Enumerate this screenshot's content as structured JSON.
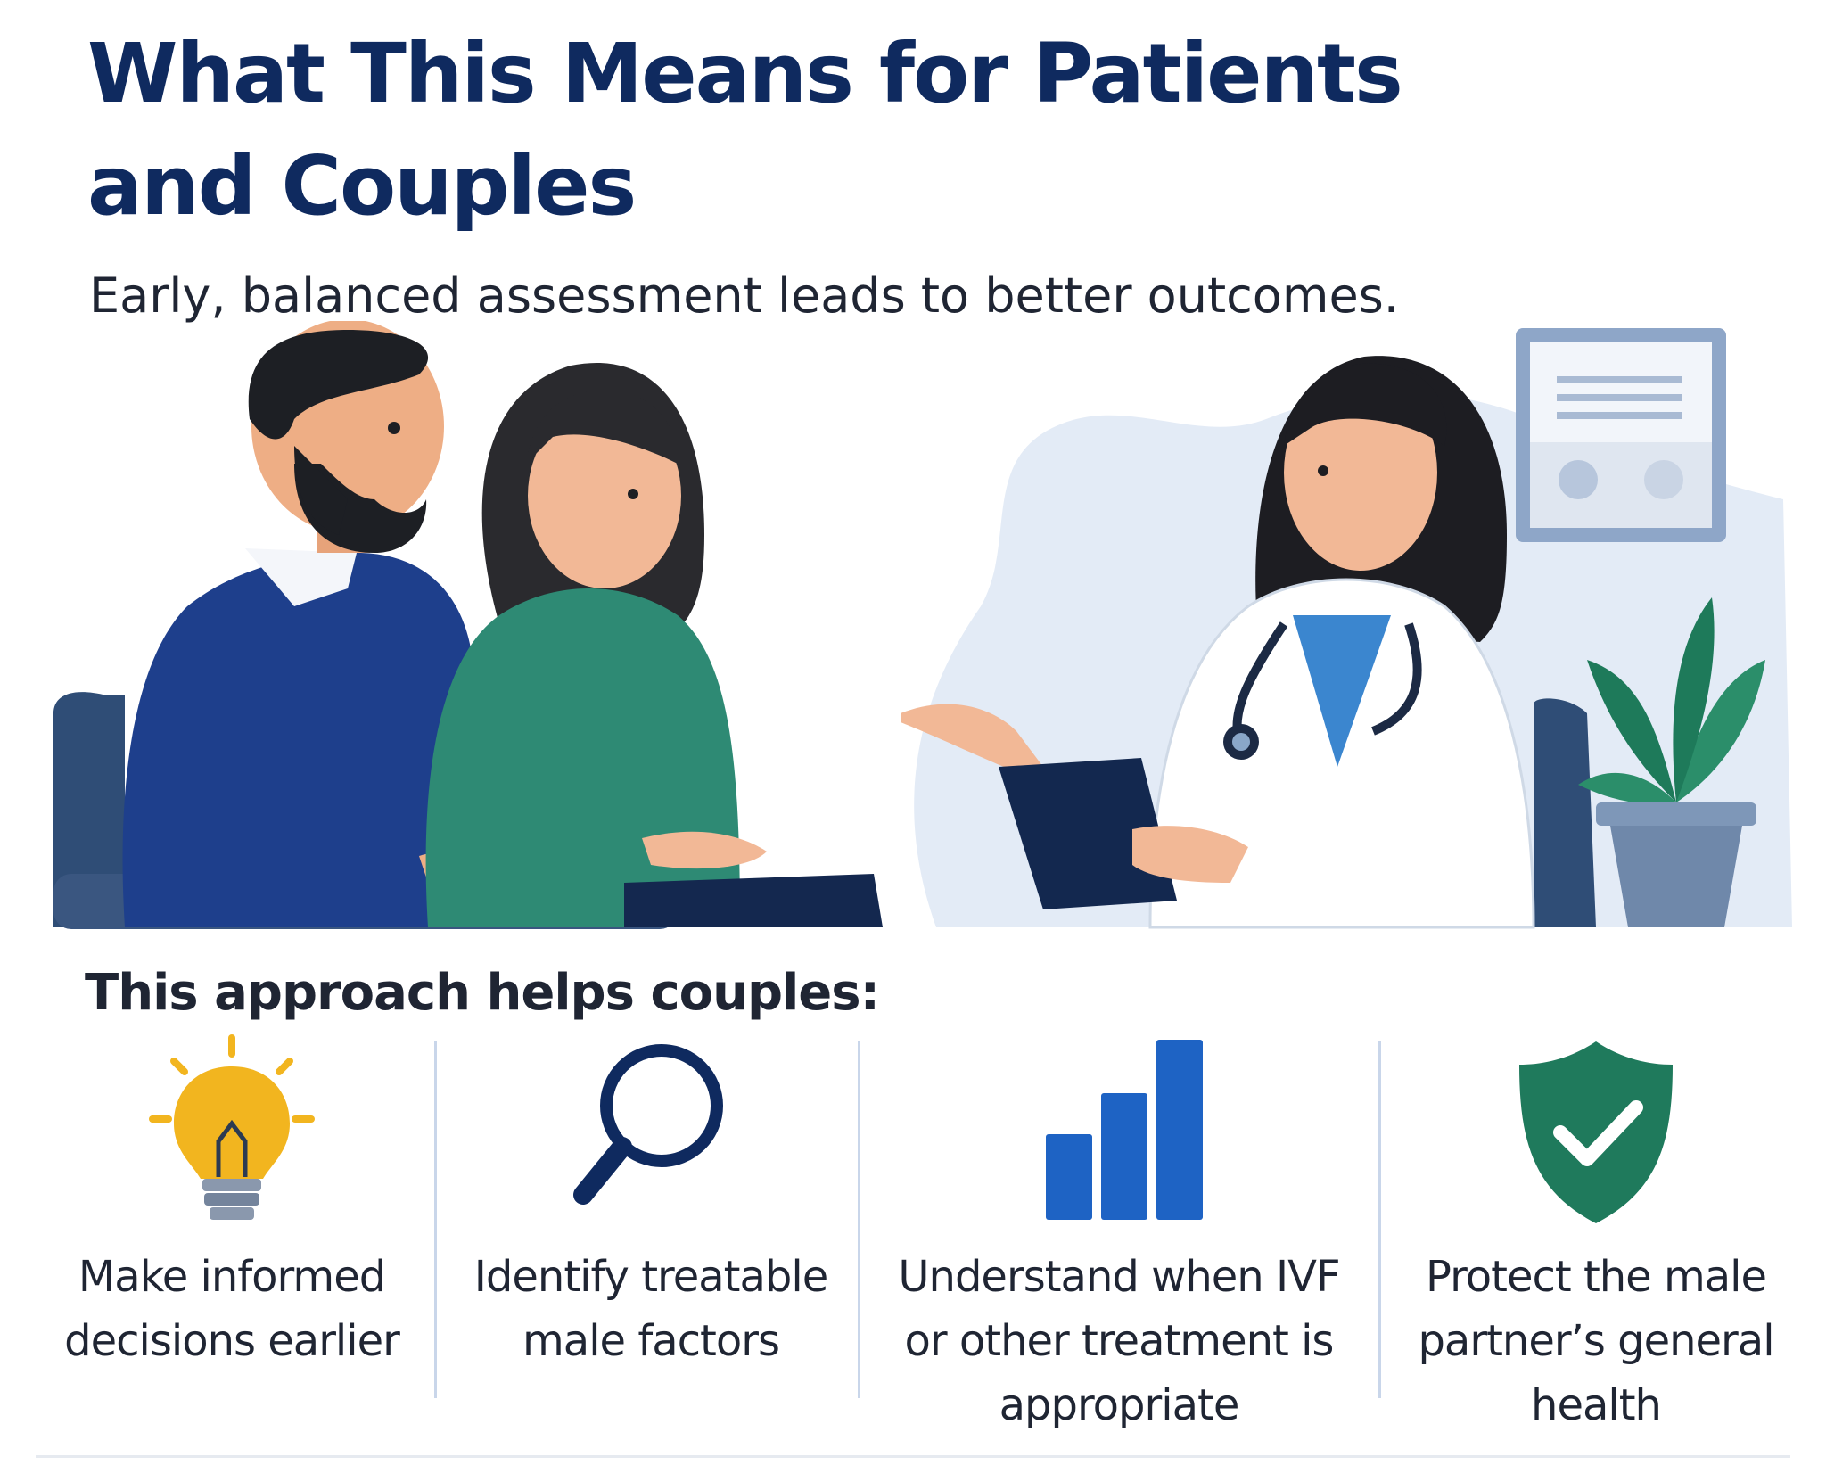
{
  "header": {
    "title": "What This Means for Patients and Couples",
    "subtitle": "Early, balanced assessment leads to better outcomes."
  },
  "section": {
    "heading": "This approach helps couples:"
  },
  "benefits": [
    {
      "icon": "lightbulb-icon",
      "label": "Make informed decisions earlier"
    },
    {
      "icon": "magnifier-icon",
      "label": "Identify treatable male factors"
    },
    {
      "icon": "bar-chart-icon",
      "label": "Understand when IVF or other treatment is appropriate"
    },
    {
      "icon": "shield-check-icon",
      "label": "Protect the male partner’s general health"
    }
  ],
  "colors": {
    "title": "#0f2a5f",
    "text": "#1f2533",
    "accent_blue": "#1e63c4",
    "navy": "#0f2a5f",
    "amber": "#f2b51f",
    "green": "#1f7a5c",
    "divider": "#c9d6ea"
  }
}
